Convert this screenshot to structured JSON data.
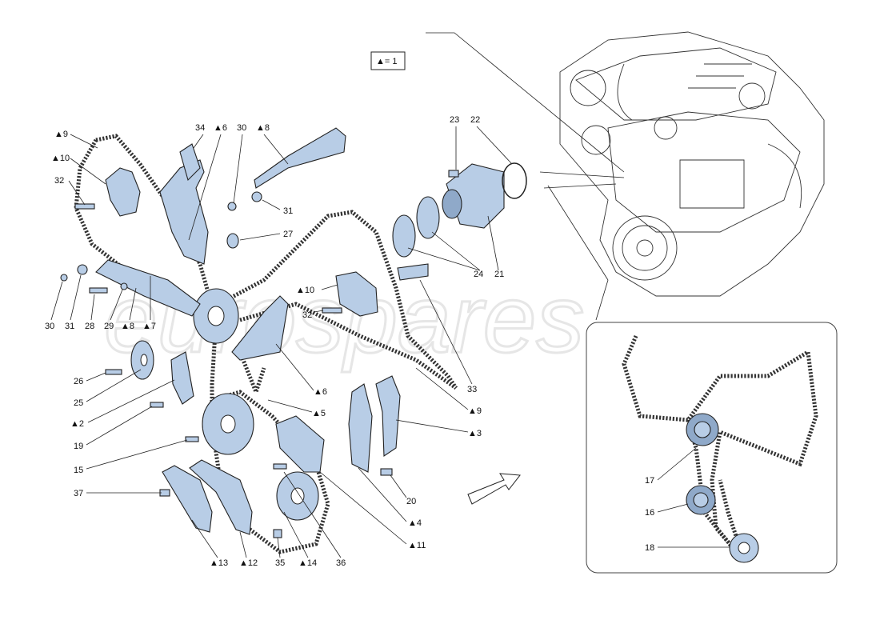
{
  "legend": {
    "text": "▲= 1"
  },
  "watermark": {
    "text": "eurospares"
  },
  "callouts": {
    "c9a": "▲9",
    "c10a": "▲10",
    "c32a": "32",
    "c34": "34",
    "c6a": "▲6",
    "c30a": "30",
    "c8a": "▲8",
    "c31a": "31",
    "c27": "27",
    "c23": "23",
    "c22": "22",
    "c24": "24",
    "c21": "21",
    "c30b": "30",
    "c31b": "31",
    "c28": "28",
    "c29": "29",
    "c8b": "▲8",
    "c7": "▲7",
    "c10b": "▲10",
    "c32b": "32",
    "c33": "33",
    "c26": "26",
    "c25": "25",
    "c6b": "▲6",
    "c9b": "▲9",
    "c2": "▲2",
    "c5": "▲5",
    "c3": "▲3",
    "c19": "19",
    "c15": "15",
    "c37": "37",
    "c20": "20",
    "c4": "▲4",
    "c11": "▲11",
    "c13": "▲13",
    "c12": "▲12",
    "c35": "35",
    "c14": "▲14",
    "c36": "36",
    "c17": "17",
    "c16": "16",
    "c18": "18"
  }
}
